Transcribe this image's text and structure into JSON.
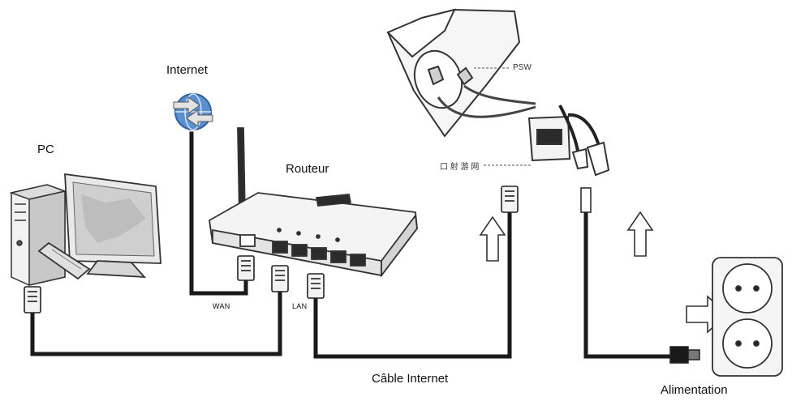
{
  "labels": {
    "internet": "Internet",
    "pc": "PC",
    "router": "Routeur",
    "wan": "WAN",
    "lan": "LAN",
    "cable": "Câble Internet",
    "power": "Alimentation",
    "camera_top": "PSW",
    "camera_port": "口 射 游 网"
  }
}
